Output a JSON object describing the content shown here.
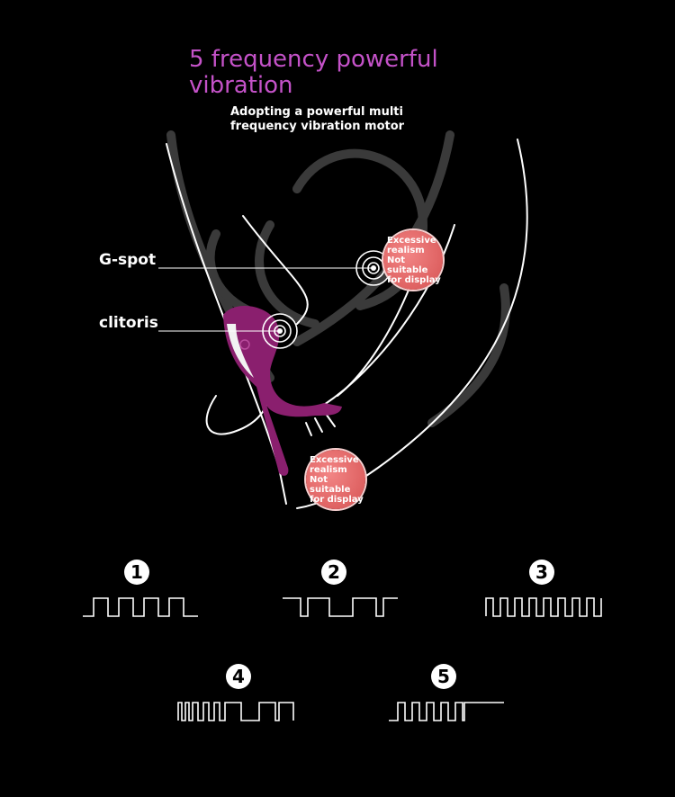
{
  "header": {
    "title": "5 frequency powerful vibration",
    "subtitle": "Adopting a powerful multi frequency vibration motor"
  },
  "callouts": {
    "gspot": "G-spot",
    "clitoris": "clitoris"
  },
  "badges": [
    {
      "text": "Excessive realism Not suitable for display"
    },
    {
      "text": "Excessive realism Not suitable for display"
    }
  ],
  "modes": [
    {
      "number": "1",
      "icon": "square-wave-icon"
    },
    {
      "number": "2",
      "icon": "square-wave-icon"
    },
    {
      "number": "3",
      "icon": "square-wave-icon"
    },
    {
      "number": "4",
      "icon": "square-wave-icon"
    },
    {
      "number": "5",
      "icon": "square-wave-icon"
    }
  ],
  "colors": {
    "title": "#c452c8",
    "device": "#8a1f6e",
    "badge": "#e06262",
    "line": "#ffffff",
    "background": "#000000"
  }
}
